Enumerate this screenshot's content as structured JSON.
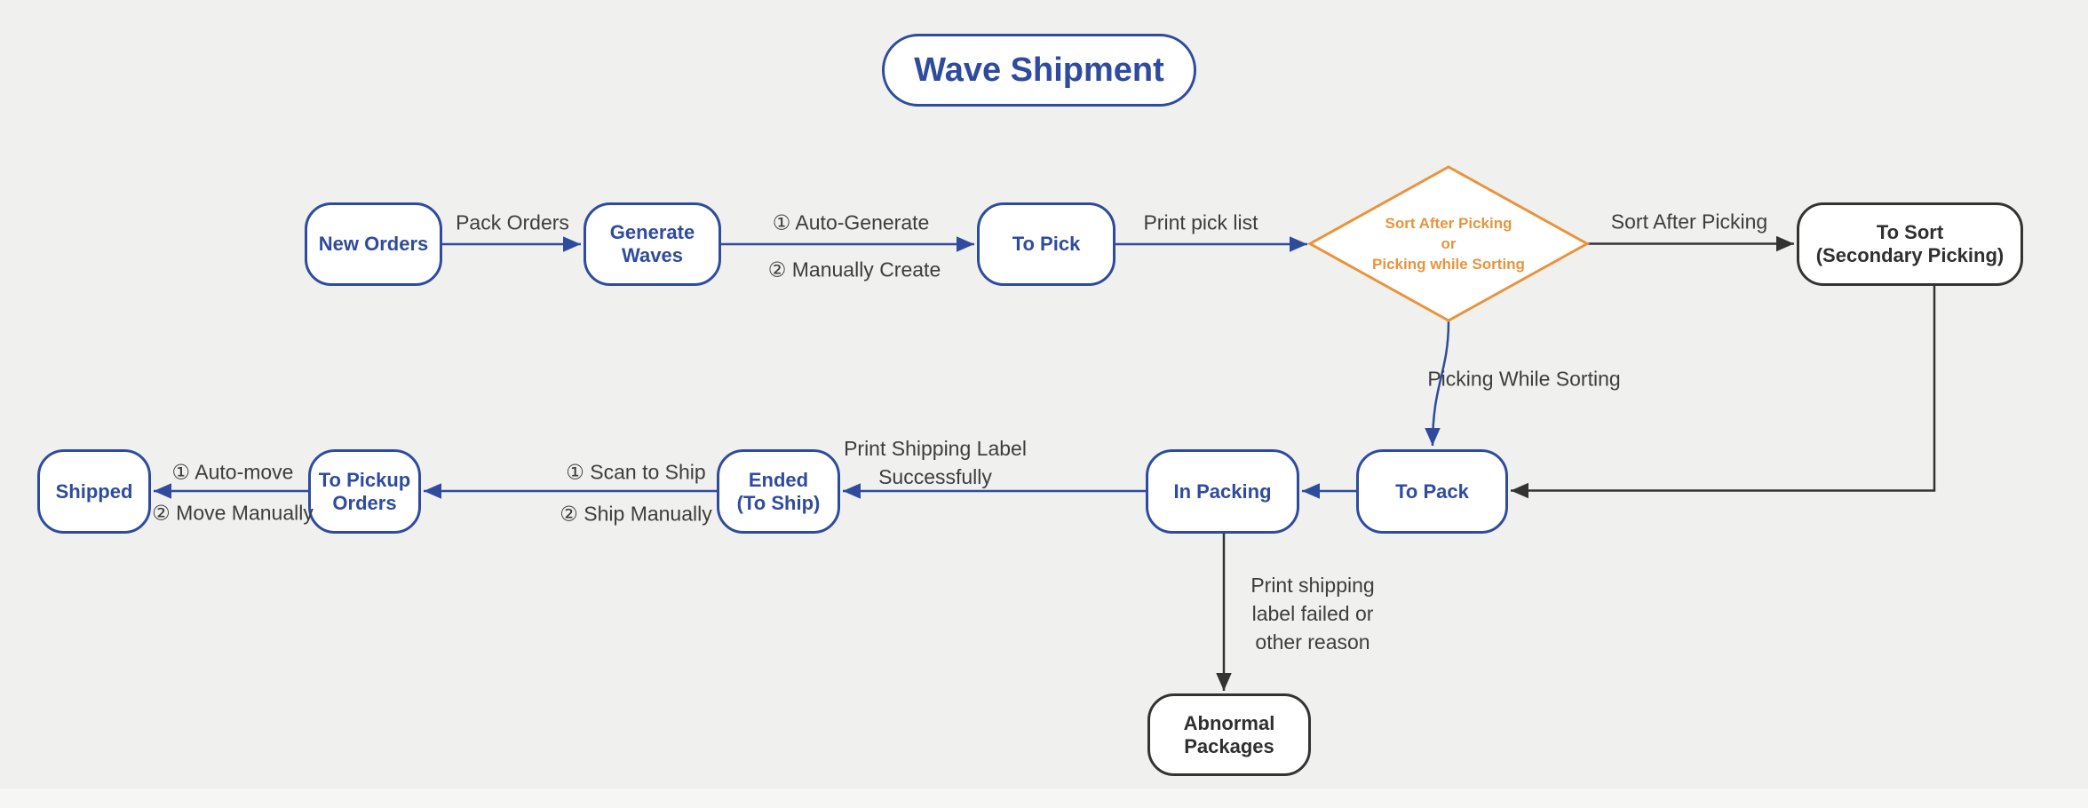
{
  "colors": {
    "background": "#f0f0ee",
    "node_blue": "#2e4b9e",
    "node_dark": "#333333",
    "diamond_orange": "#e8943d",
    "edge_label_text": "#3d3d3d"
  },
  "title": "Wave Shipment",
  "nodes": {
    "new_orders": {
      "label": "New Orders"
    },
    "generate_waves": {
      "lines": [
        "Generate",
        "Waves"
      ]
    },
    "to_pick": {
      "label": "To Pick"
    },
    "decision": {
      "lines": [
        "Sort After Picking",
        "or",
        "Picking while Sorting"
      ]
    },
    "to_sort": {
      "lines": [
        "To Sort",
        "(Secondary Picking)"
      ]
    },
    "to_pack": {
      "label": "To Pack"
    },
    "in_packing": {
      "label": "In Packing"
    },
    "ended": {
      "lines": [
        "Ended",
        "(To Ship)"
      ]
    },
    "to_pickup": {
      "lines": [
        "To Pickup",
        "Orders"
      ]
    },
    "shipped": {
      "label": "Shipped"
    },
    "abnormal": {
      "lines": [
        "Abnormal",
        "Packages"
      ]
    }
  },
  "edge_labels": {
    "pack_orders": "Pack Orders",
    "auto_generate": "① Auto-Generate",
    "manually_create": "② Manually Create",
    "print_pick_list": "Print pick list",
    "sort_after_picking": "Sort After Picking",
    "picking_while_sorting": "Picking While Sorting",
    "print_label_success": [
      "Print Shipping Label",
      "Successfully"
    ],
    "scan_to_ship": "① Scan to Ship",
    "ship_manually": "② Ship Manually",
    "auto_move": "① Auto-move",
    "move_manually": "② Move Manually",
    "print_label_failed": [
      "Print shipping",
      "label failed or",
      "other reason"
    ]
  }
}
